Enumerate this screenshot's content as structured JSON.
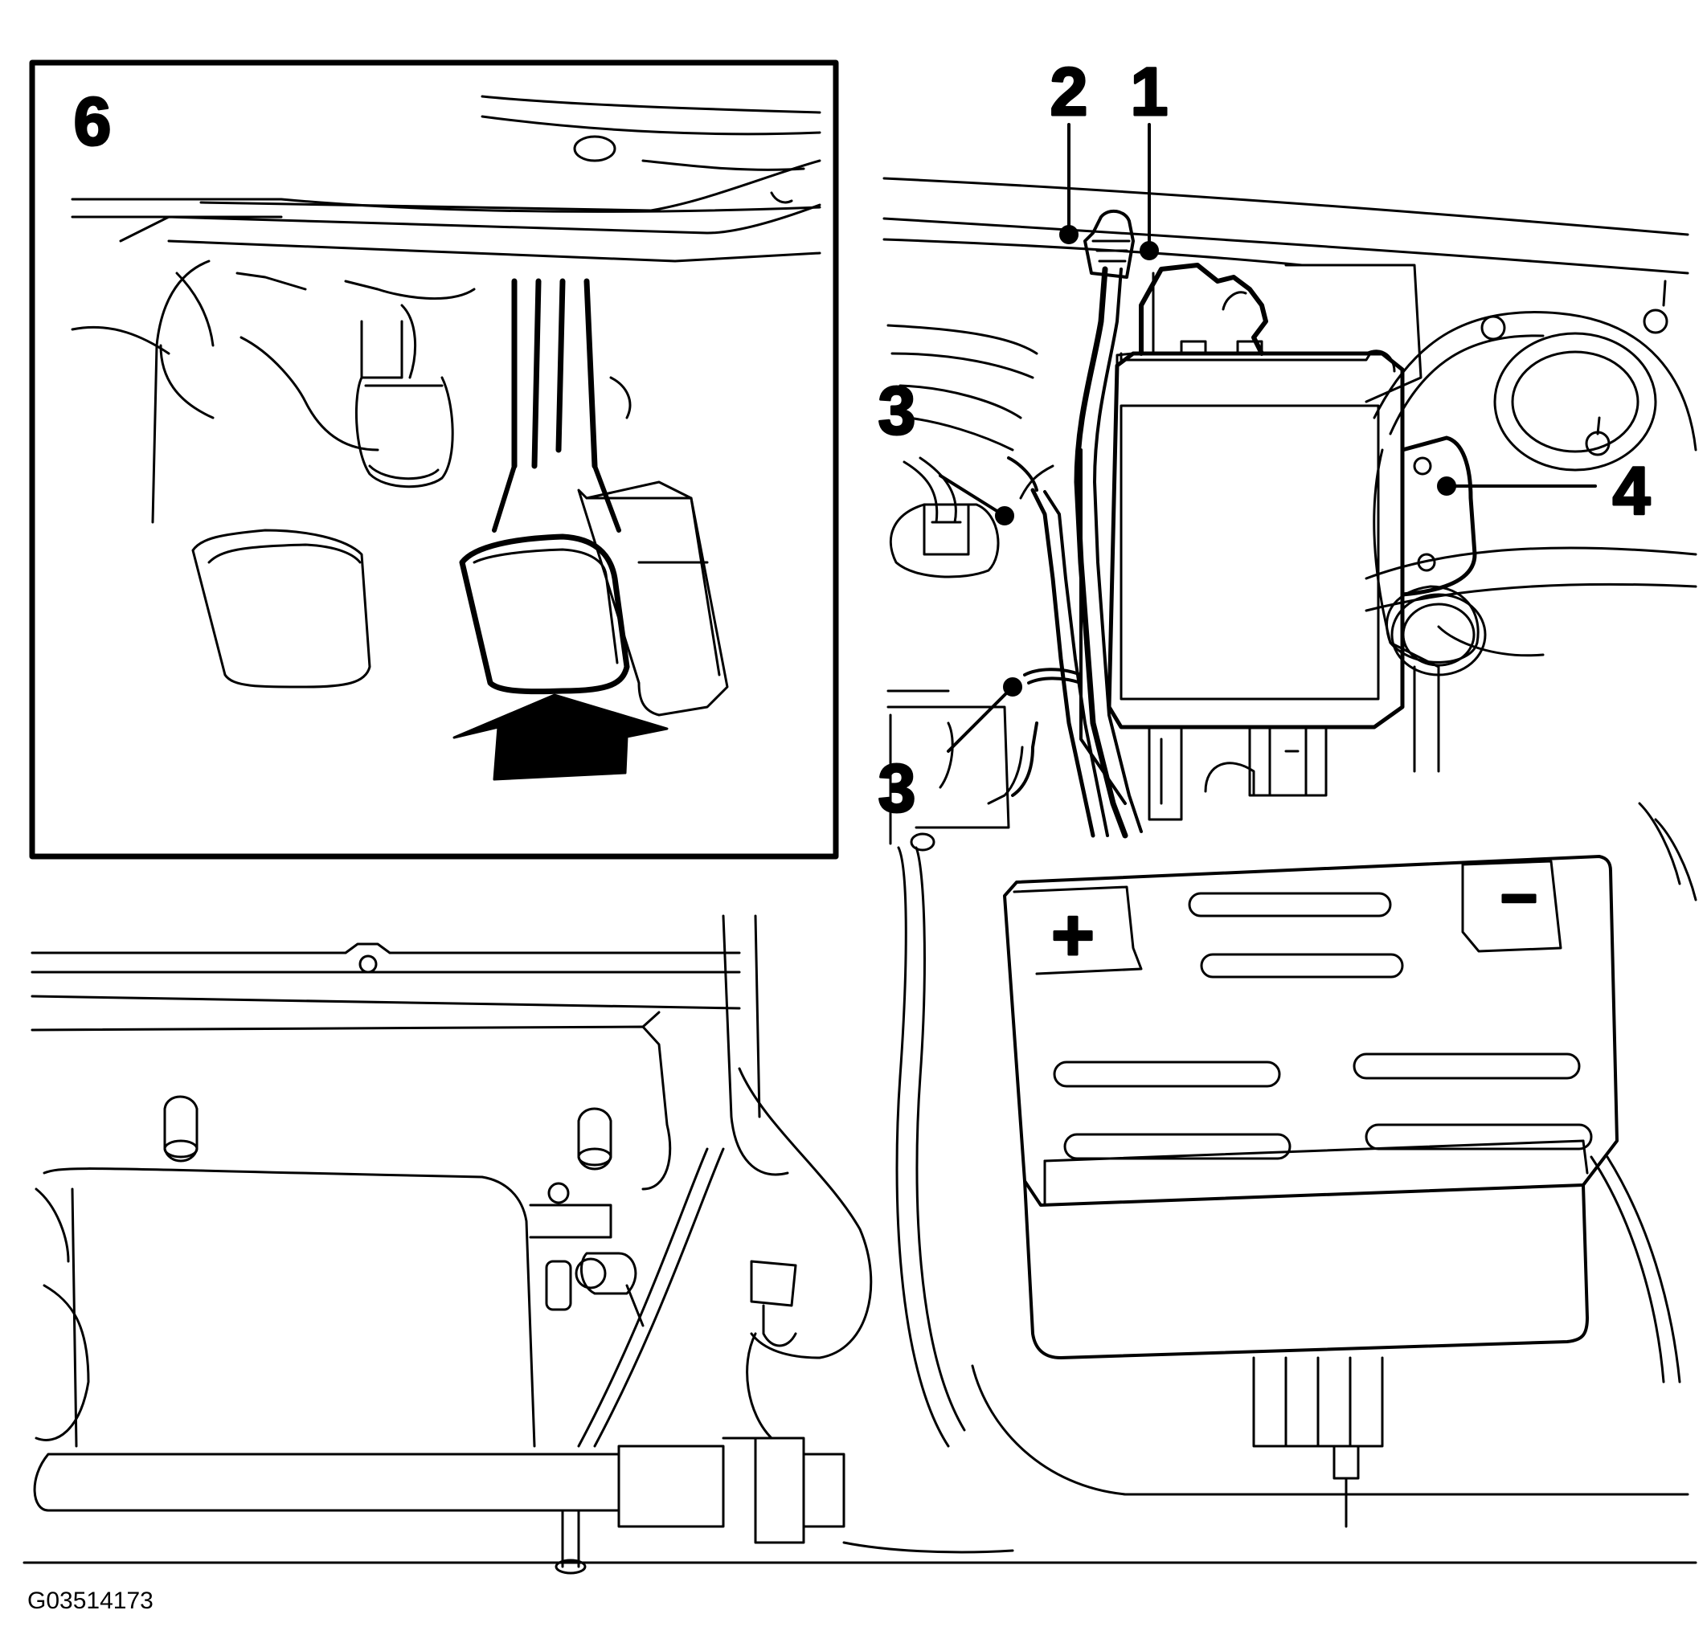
{
  "figure_code": "G03514173",
  "callouts": {
    "inset": "6",
    "label_1": "1",
    "label_2": "2",
    "label_3_upper": "3",
    "label_3_lower": "3",
    "label_4": "4"
  },
  "battery": {
    "plus_symbol": "+",
    "minus_symbol": "−"
  },
  "colors": {
    "line": "#000000",
    "background": "#ffffff"
  }
}
